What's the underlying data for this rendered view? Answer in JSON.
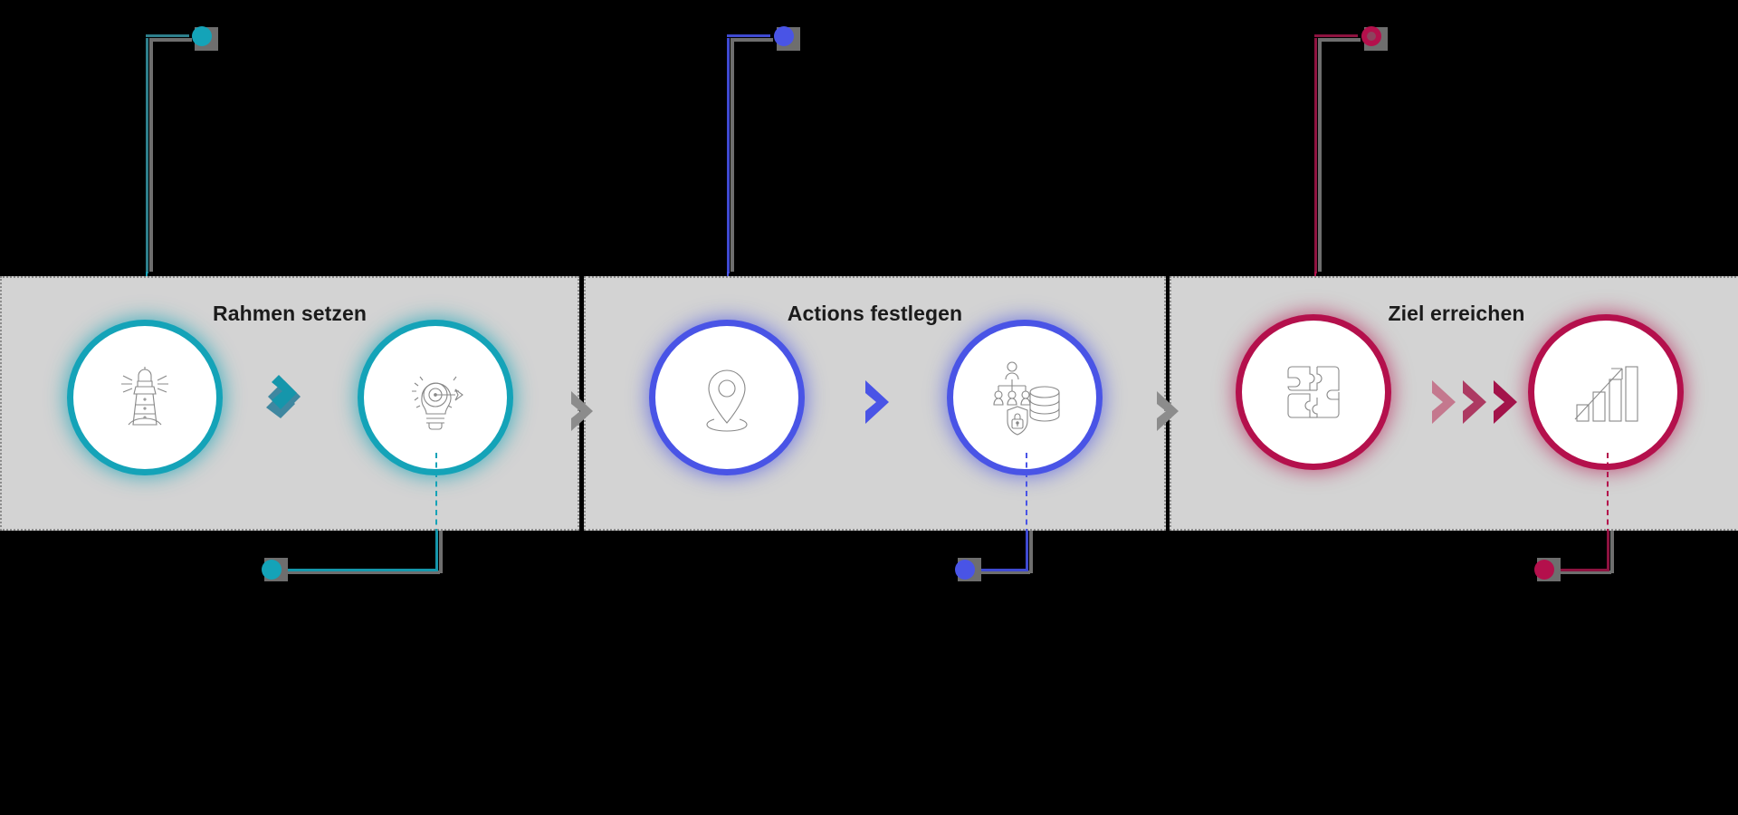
{
  "diagram": {
    "type": "process-flow",
    "title_visible": false,
    "background_color": "#000000",
    "band_color": "#d3d3d3",
    "band_border_color": "#8c8c8c"
  },
  "phases": [
    {
      "id": "phase-1",
      "title": "Rahmen setzen",
      "accent_color": "#14a3b8",
      "accent_name": "teal",
      "chevron_count": 2,
      "chevron_style": "double-stacked",
      "nodes": [
        {
          "id": "node-lighthouse",
          "icon": "lighthouse-icon"
        },
        {
          "id": "node-bulb-target",
          "icon": "lightbulb-target-icon"
        }
      ]
    },
    {
      "id": "phase-2",
      "title": "Actions festlegen",
      "accent_color": "#4954e6",
      "accent_name": "blue",
      "chevron_count": 1,
      "chevron_style": "single",
      "nodes": [
        {
          "id": "node-map-pin",
          "icon": "map-pin-icon"
        },
        {
          "id": "node-governance",
          "icon": "governance-data-shield-icon"
        }
      ]
    },
    {
      "id": "phase-3",
      "title": "Ziel erreichen",
      "accent_color": "#b4104c",
      "accent_name": "crimson",
      "chevron_count": 3,
      "chevron_style": "triple-gradient",
      "nodes": [
        {
          "id": "node-puzzle",
          "icon": "puzzle-pieces-icon"
        },
        {
          "id": "node-growth-chart",
          "icon": "growth-bar-chart-icon"
        }
      ]
    }
  ],
  "separators": [
    {
      "id": "separator-1-2",
      "icon": "chevron-right-icon",
      "color": "#8c8c8c"
    },
    {
      "id": "separator-2-3",
      "icon": "chevron-right-icon",
      "color": "#8c8c8c"
    }
  ],
  "connectors": [
    {
      "id": "connector-top-teal",
      "color": "#14a3b8",
      "side": "top",
      "marker": "filled-circle",
      "attached_node": "node-lighthouse"
    },
    {
      "id": "connector-top-blue",
      "color": "#4954e6",
      "side": "top",
      "marker": "filled-circle",
      "attached_node": "node-map-pin"
    },
    {
      "id": "connector-top-crimson",
      "color": "#b4104c",
      "side": "top",
      "marker": "ring-circle",
      "attached_node": "node-puzzle"
    },
    {
      "id": "connector-bottom-teal",
      "color": "#14a3b8",
      "side": "bottom",
      "marker": "filled-circle",
      "attached_node": "node-bulb-target"
    },
    {
      "id": "connector-bottom-blue",
      "color": "#4954e6",
      "side": "bottom",
      "marker": "filled-circle",
      "attached_node": "node-governance"
    },
    {
      "id": "connector-bottom-crimson",
      "color": "#b4104c",
      "side": "bottom",
      "marker": "filled-circle",
      "attached_node": "node-growth-chart"
    }
  ],
  "colors": {
    "teal": "#14a3b8",
    "blue": "#4954e6",
    "crimson": "#b4104c",
    "gray": "#8c8c8c",
    "band": "#d3d3d3",
    "text": "#1b1b1b",
    "background": "#000000"
  }
}
